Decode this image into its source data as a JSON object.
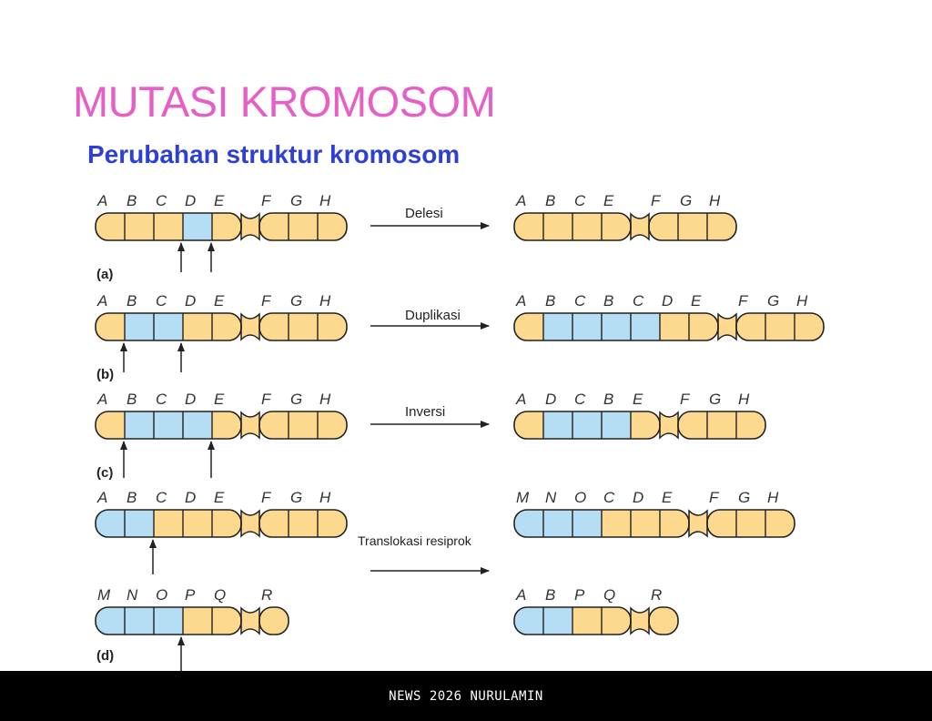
{
  "title": "MUTASI KROMOSOM",
  "subtitle": "Perubahan struktur kromosom",
  "footer": "NEWS 2026 NURULAMIN",
  "colors": {
    "yellow": "#fcd98f",
    "blue": "#b5def4",
    "outline": "#222222"
  },
  "rows": [
    {
      "panel": "(a)",
      "operation": "Delesi",
      "before": {
        "labels": [
          "A",
          "B",
          "C",
          "D",
          "E",
          "F",
          "G",
          "H"
        ],
        "colors": [
          "Y",
          "Y",
          "Y",
          "B",
          "Y",
          "Y",
          "Y",
          "Y"
        ],
        "centromere_after": 5
      },
      "after": {
        "labels": [
          "A",
          "B",
          "C",
          "E",
          "F",
          "G",
          "H"
        ],
        "colors": [
          "Y",
          "Y",
          "Y",
          "Y",
          "Y",
          "Y",
          "Y"
        ],
        "centromere_after": 4
      }
    },
    {
      "panel": "(b)",
      "operation": "Duplikasi",
      "before": {
        "labels": [
          "A",
          "B",
          "C",
          "D",
          "E",
          "F",
          "G",
          "H"
        ],
        "colors": [
          "Y",
          "B",
          "B",
          "Y",
          "Y",
          "Y",
          "Y",
          "Y"
        ],
        "centromere_after": 5
      },
      "after": {
        "labels": [
          "A",
          "B",
          "C",
          "B",
          "C",
          "D",
          "E",
          "F",
          "G",
          "H"
        ],
        "colors": [
          "Y",
          "B",
          "B",
          "B",
          "B",
          "Y",
          "Y",
          "Y",
          "Y",
          "Y"
        ],
        "centromere_after": 7
      }
    },
    {
      "panel": "(c)",
      "operation": "Inversi",
      "before": {
        "labels": [
          "A",
          "B",
          "C",
          "D",
          "E",
          "F",
          "G",
          "H"
        ],
        "colors": [
          "Y",
          "B",
          "B",
          "B",
          "Y",
          "Y",
          "Y",
          "Y"
        ],
        "centromere_after": 5
      },
      "after": {
        "labels": [
          "A",
          "D",
          "C",
          "B",
          "E",
          "F",
          "G",
          "H"
        ],
        "colors": [
          "Y",
          "B",
          "B",
          "B",
          "Y",
          "Y",
          "Y",
          "Y"
        ],
        "centromere_after": 5
      }
    },
    {
      "panel": "(d)",
      "operation": "Translokasi resiprok",
      "before": {
        "labels": [
          "A",
          "B",
          "C",
          "D",
          "E",
          "F",
          "G",
          "H"
        ],
        "colors": [
          "B",
          "B",
          "Y",
          "Y",
          "Y",
          "Y",
          "Y",
          "Y"
        ],
        "centromere_after": 5
      },
      "after": {
        "labels": [
          "M",
          "N",
          "O",
          "C",
          "D",
          "E",
          "F",
          "G",
          "H"
        ],
        "colors": [
          "B",
          "B",
          "B",
          "Y",
          "Y",
          "Y",
          "Y",
          "Y",
          "Y"
        ],
        "centromere_after": 6
      },
      "before2": {
        "labels": [
          "M",
          "N",
          "O",
          "P",
          "Q",
          "R"
        ],
        "colors": [
          "B",
          "B",
          "B",
          "Y",
          "Y",
          "Y"
        ],
        "centromere_after": 5
      },
      "after2": {
        "labels": [
          "A",
          "B",
          "P",
          "Q",
          "R"
        ],
        "colors": [
          "B",
          "B",
          "Y",
          "Y",
          "Y"
        ],
        "centromere_after": 4
      }
    }
  ]
}
